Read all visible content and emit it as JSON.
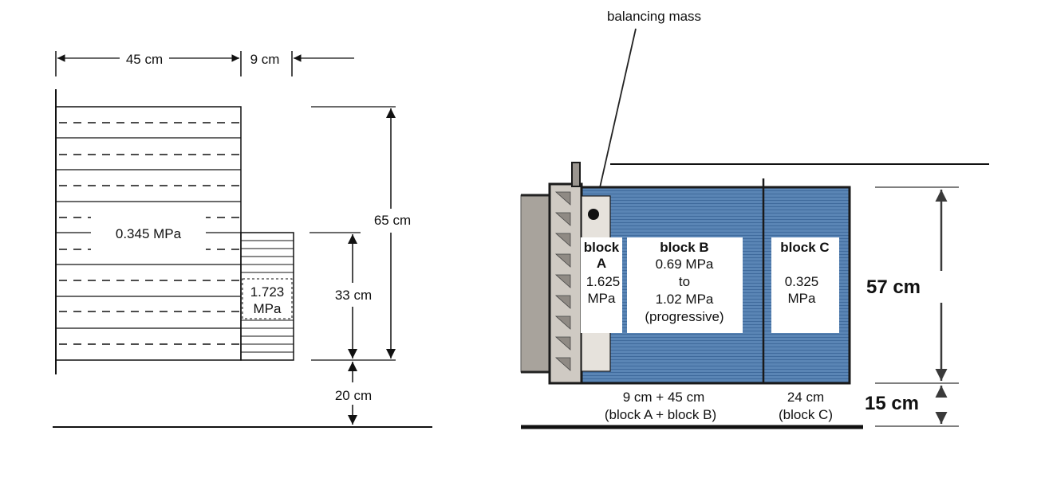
{
  "left_diagram": {
    "dim_top_left": "45 cm",
    "dim_top_right": "9 cm",
    "main_block_pressure": "0.345 MPa",
    "small_block_pressure_line1": "1.723",
    "small_block_pressure_line2": "MPa",
    "dim_total_height": "65 cm",
    "dim_small_height": "33 cm",
    "dim_ground_clearance": "20 cm"
  },
  "right_diagram": {
    "callout_balancing_mass": "balancing mass",
    "block_a": {
      "name_line1": "block",
      "name_line2": "A",
      "pressure_line1": "1.625",
      "pressure_line2": "MPa"
    },
    "block_b": {
      "name": "block B",
      "pressure_line1": "0.69 MPa",
      "pressure_line2": "to",
      "pressure_line3": "1.02 MPa",
      "pressure_line4": "(progressive)"
    },
    "block_c": {
      "name": "block C",
      "pressure_line1": "0.325",
      "pressure_line2": "MPa"
    },
    "dim_height": "57 cm",
    "dim_ground_clearance": "15 cm",
    "dim_ab_line1": "9 cm + 45 cm",
    "dim_ab_line2": "(block A + block B)",
    "dim_c_line1": "24 cm",
    "dim_c_line2": "(block C)"
  },
  "colors": {
    "blue_face": "#5a85b5",
    "dark": "#1a1a1a",
    "gray_back": "#a8a39c",
    "panel_beige": "#e6e2dc"
  }
}
